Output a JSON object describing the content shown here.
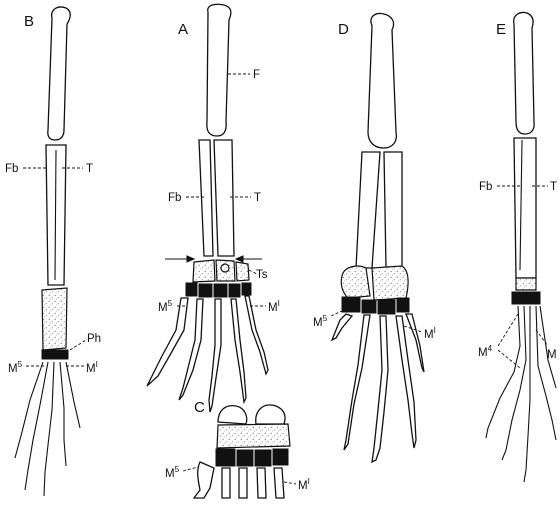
{
  "panels": {
    "A": {
      "letter": "A",
      "labels": {
        "femur": "F",
        "fibula": "Fb",
        "tibia": "T",
        "tarsals": "Ts",
        "metatarsal_5": "M",
        "metatarsal_5_sup": "5",
        "metatarsal_1": "M",
        "metatarsal_1_sup": "I"
      }
    },
    "B": {
      "letter": "B",
      "labels": {
        "fibula": "Fb",
        "tibia": "T",
        "phalanx": "Ph",
        "metatarsal_5": "M",
        "metatarsal_5_sup": "5",
        "metatarsal_1": "M",
        "metatarsal_1_sup": "I"
      }
    },
    "C": {
      "letter": "C",
      "labels": {
        "metatarsal_5": "M",
        "metatarsal_5_sup": "5",
        "metatarsal_1": "M",
        "metatarsal_1_sup": "I"
      }
    },
    "D": {
      "letter": "D",
      "labels": {
        "metatarsal_5": "M",
        "metatarsal_5_sup": "5",
        "metatarsal_1": "M",
        "metatarsal_1_sup": "I"
      }
    },
    "E": {
      "letter": "E",
      "labels": {
        "fibula": "Fb",
        "tibia": "T",
        "metatarsal_4": "M",
        "metatarsal_4_sup": "4",
        "metatarsal_1": "M"
      }
    }
  },
  "colors": {
    "ink": "#111111",
    "background": "#ffffff",
    "stipple": "#9a9a9a"
  }
}
